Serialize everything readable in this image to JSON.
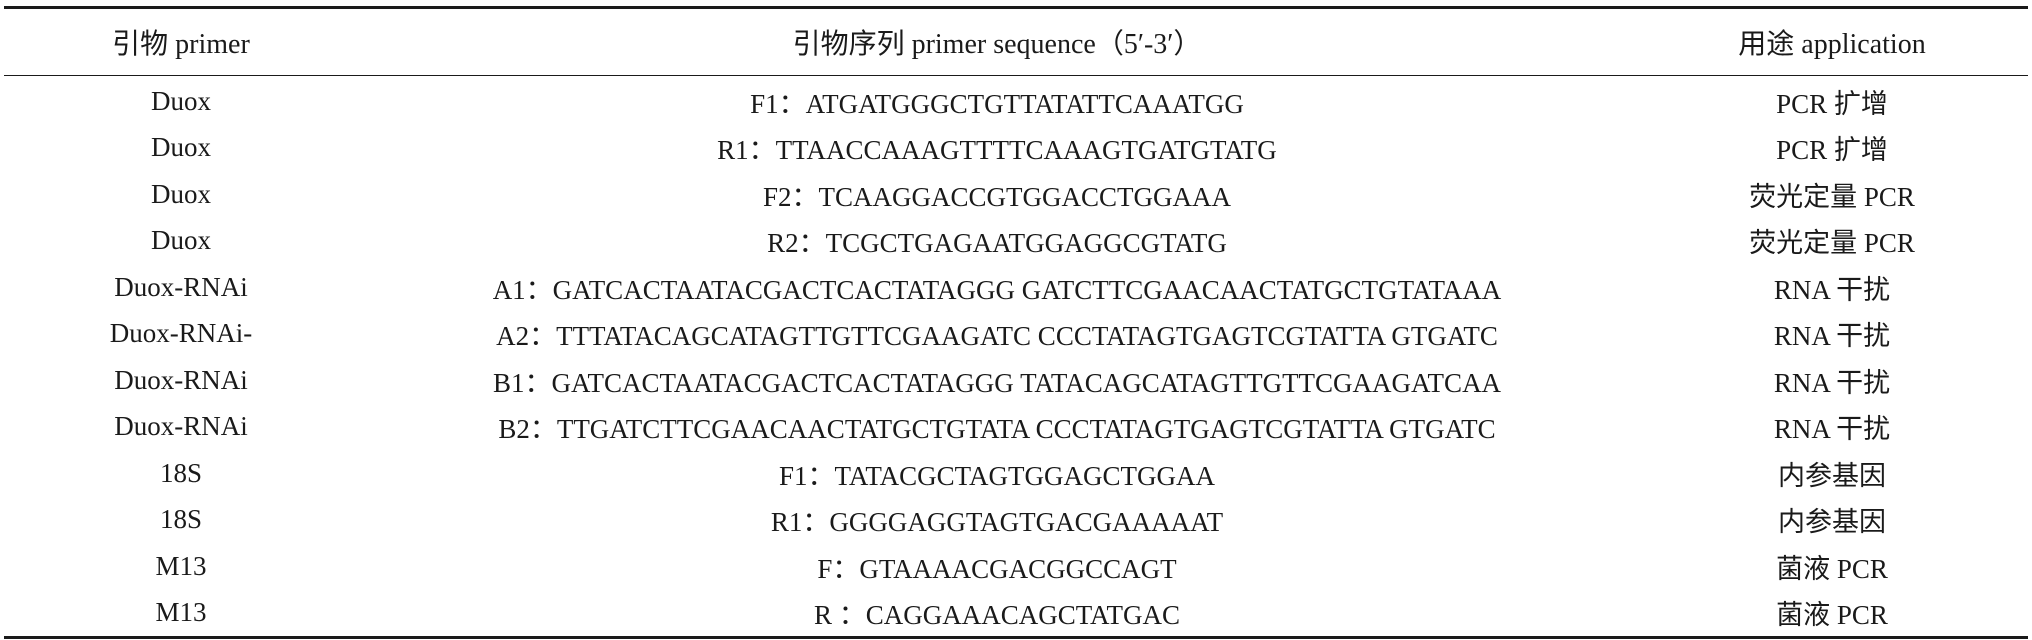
{
  "table": {
    "headers": {
      "primer": "引物 primer",
      "sequence": "引物序列 primer sequence（5′-3′）",
      "application": "用途 application"
    },
    "rows": [
      {
        "primer": "Duox",
        "sequence": "F1：ATGATGGGCTGTTATATTCAAATGG",
        "application": "PCR 扩增"
      },
      {
        "primer": "Duox",
        "sequence": "R1：TTAACCAAAGTTTTCAAAGTGATGTATG",
        "application": "PCR 扩增"
      },
      {
        "primer": "Duox",
        "sequence": "F2：TCAAGGACCGTGGACCTGGAAA",
        "application": "荧光定量 PCR"
      },
      {
        "primer": "Duox",
        "sequence": "R2：TCGCTGAGAATGGAGGCGTATG",
        "application": "荧光定量 PCR"
      },
      {
        "primer": "Duox-RNAi",
        "sequence": "A1：GATCACTAATACGACTCACTATAGGG GATCTTCGAACAACTATGCTGTATAAA",
        "application": "RNA 干扰"
      },
      {
        "primer": "Duox-RNAi-",
        "sequence": "A2：TTTATACAGCATAGTTGTTCGAAGATC CCCTATAGTGAGTCGTATTA GTGATC",
        "application": "RNA 干扰"
      },
      {
        "primer": "Duox-RNAi",
        "sequence": "B1：GATCACTAATACGACTCACTATAGGG TATACAGCATAGTTGTTCGAAGATCAA",
        "application": "RNA 干扰"
      },
      {
        "primer": "Duox-RNAi",
        "sequence": "B2：TTGATCTTCGAACAACTATGCTGTATA CCCTATAGTGAGTCGTATTA GTGATC",
        "application": "RNA 干扰"
      },
      {
        "primer": "18S",
        "sequence": "F1：TATACGCTAGTGGAGCTGGAA",
        "application": "内参基因"
      },
      {
        "primer": "18S",
        "sequence": "R1：GGGGAGGTAGTGACGAAAAAT",
        "application": "内参基因"
      },
      {
        "primer": "M13",
        "sequence": "F：GTAAAACGACGGCCAGT",
        "application": "菌液 PCR"
      },
      {
        "primer": "M13",
        "sequence": "R ：CAGGAAACAGCTATGAC",
        "application": "菌液 PCR"
      }
    ]
  }
}
